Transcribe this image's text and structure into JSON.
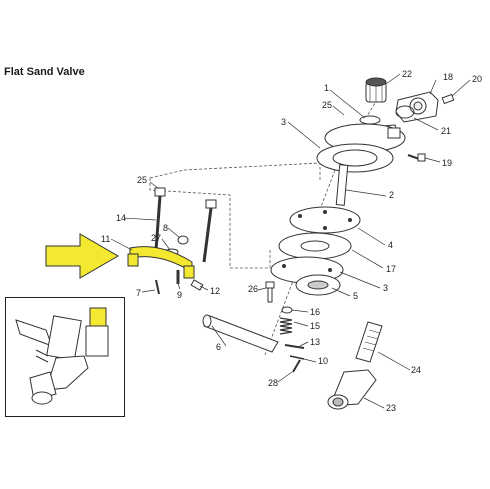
{
  "title": "Flat Sand Valve",
  "callouts": [
    "22",
    "18",
    "20",
    "1",
    "25",
    "21",
    "3",
    "19",
    "2",
    "25",
    "14",
    "8",
    "27",
    "11",
    "4",
    "17",
    "3",
    "5",
    "7",
    "9",
    "12",
    "26",
    "16",
    "15",
    "6",
    "13",
    "10",
    "28",
    "24",
    "23"
  ],
  "colors": {
    "highlight": "#f5e830",
    "arrow": "#f5e830",
    "line": "#333333"
  }
}
